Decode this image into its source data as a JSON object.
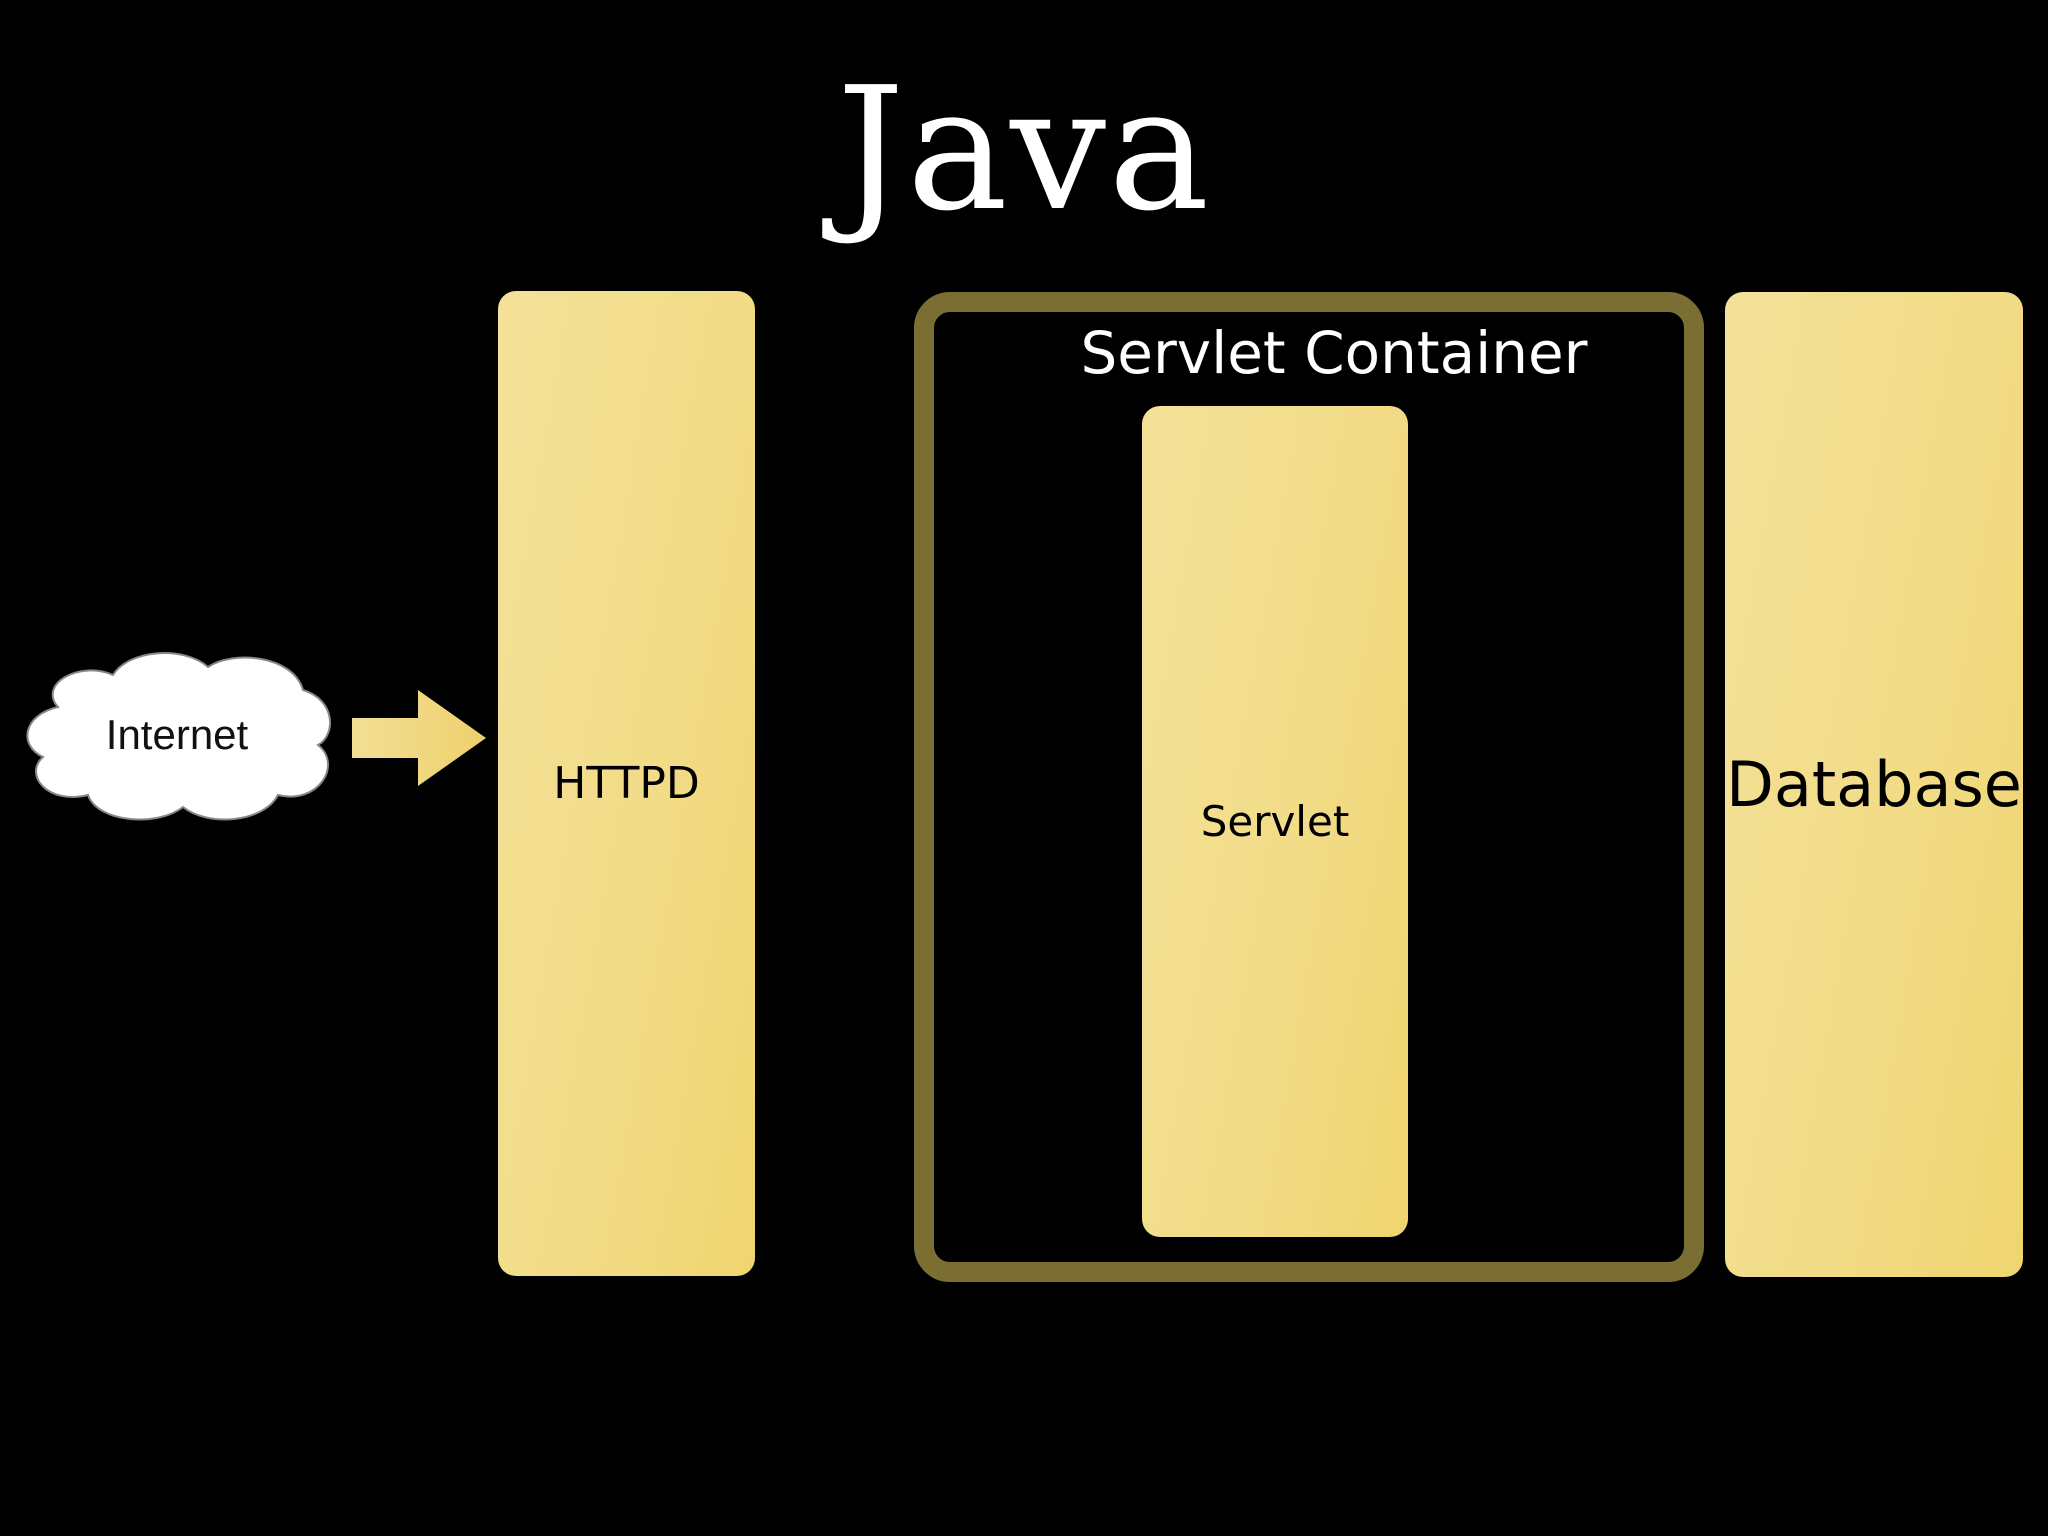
{
  "slide": {
    "title": "Java"
  },
  "diagram": {
    "internet": {
      "label": "Internet",
      "icon": "cloud-icon"
    },
    "arrow": {
      "icon": "arrow-right-icon"
    },
    "httpd": {
      "label": "HTTPD"
    },
    "servlet_container": {
      "label": "Servlet Container"
    },
    "servlet": {
      "label": "Servlet"
    },
    "database": {
      "label": "Database"
    }
  },
  "colors": {
    "background": "#000000",
    "block_fill": "#f2dc88",
    "container_border": "#7a6e33",
    "arrow_fill": "#efd477",
    "cloud_fill": "#ffffff",
    "text_light": "#ffffff",
    "text_dark": "#000000"
  }
}
